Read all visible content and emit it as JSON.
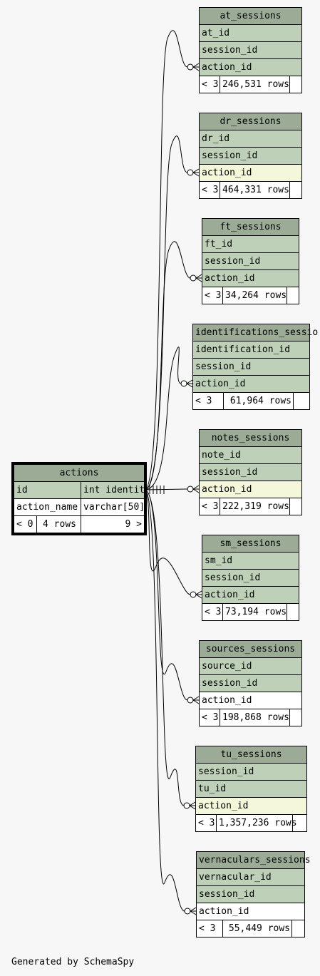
{
  "footer": "Generated by SchemaSpy",
  "actions": {
    "name": "actions",
    "columns": [
      {
        "name": "id",
        "type": "int identit"
      },
      {
        "name": "action_name",
        "type": "varchar[50]"
      }
    ],
    "stats": {
      "parents": "< 0",
      "rows": "4 rows",
      "children": "9 >"
    }
  },
  "tables": [
    {
      "name": "at_sessions",
      "columns": [
        "at_id",
        "session_id",
        "action_id"
      ],
      "fk_index": 2,
      "fk_style": "pk",
      "parents": "< 3",
      "rows": "246,531 rows"
    },
    {
      "name": "dr_sessions",
      "columns": [
        "dr_id",
        "session_id",
        "action_id"
      ],
      "fk_index": 2,
      "fk_style": "fk",
      "parents": "< 3",
      "rows": "464,331 rows"
    },
    {
      "name": "ft_sessions",
      "columns": [
        "ft_id",
        "session_id",
        "action_id"
      ],
      "fk_index": 2,
      "fk_style": "pk",
      "parents": "< 3",
      "rows": "34,264 rows"
    },
    {
      "name": "identifications_sessio",
      "columns": [
        "identification_id",
        "session_id",
        "action_id"
      ],
      "fk_index": 2,
      "fk_style": "pk",
      "parents": "< 3",
      "rows": "61,964 rows"
    },
    {
      "name": "notes_sessions",
      "columns": [
        "note_id",
        "session_id",
        "action_id"
      ],
      "fk_index": 2,
      "fk_style": "fk",
      "parents": "< 3",
      "rows": "222,319 rows"
    },
    {
      "name": "sm_sessions",
      "columns": [
        "sm_id",
        "session_id",
        "action_id"
      ],
      "fk_index": 2,
      "fk_style": "pk",
      "parents": "< 3",
      "rows": "73,194 rows"
    },
    {
      "name": "sources_sessions",
      "columns": [
        "source_id",
        "session_id",
        "action_id"
      ],
      "fk_index": 2,
      "fk_style": "pl",
      "parents": "< 3",
      "rows": "198,868 rows"
    },
    {
      "name": "tu_sessions",
      "columns": [
        "session_id",
        "tu_id",
        "action_id"
      ],
      "fk_index": 2,
      "fk_style": "fk",
      "parents": "< 3",
      "rows": "1,357,236 rows"
    },
    {
      "name": "vernaculars_sessions",
      "columns": [
        "vernacular_id",
        "session_id",
        "action_id"
      ],
      "fk_index": 2,
      "fk_style": "pl",
      "parents": "< 3",
      "rows": "55,449 rows"
    }
  ]
}
